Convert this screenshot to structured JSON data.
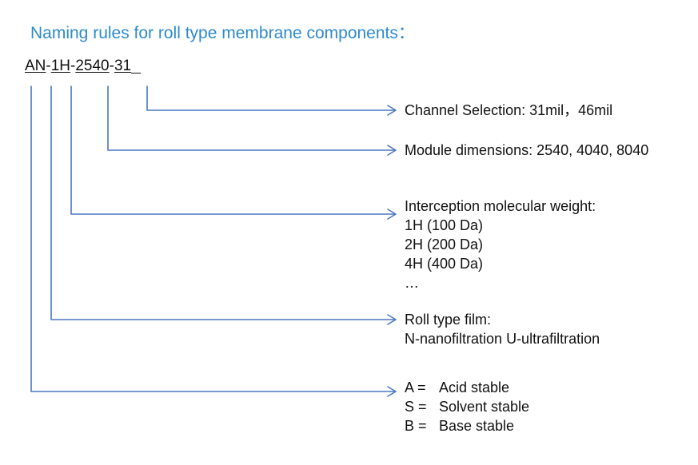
{
  "title": "Naming rules for roll type membrane components：",
  "code": {
    "segments": [
      "AN",
      "1H",
      "2540",
      "31"
    ],
    "separator": "-"
  },
  "colors": {
    "title": "#2e8bcc",
    "connector": "#4a76c0",
    "text": "#111111"
  },
  "labels": {
    "channel": "Channel Selection: 31mil，46mil",
    "dimensions": "Module dimensions: 2540, 4040, 8040",
    "mw": {
      "heading": "Interception molecular weight:",
      "items": [
        "1H (100 Da)",
        "2H (200 Da)",
        "4H (400 Da)",
        "…"
      ]
    },
    "film": {
      "heading": "Roll type film:",
      "desc": "N-nanofiltration U-ultrafiltration"
    },
    "stability": [
      {
        "key": "A =",
        "value": "Acid stable"
      },
      {
        "key": "S =",
        "value": "Solvent stable"
      },
      {
        "key": "B =",
        "value": "Base stable"
      }
    ]
  }
}
